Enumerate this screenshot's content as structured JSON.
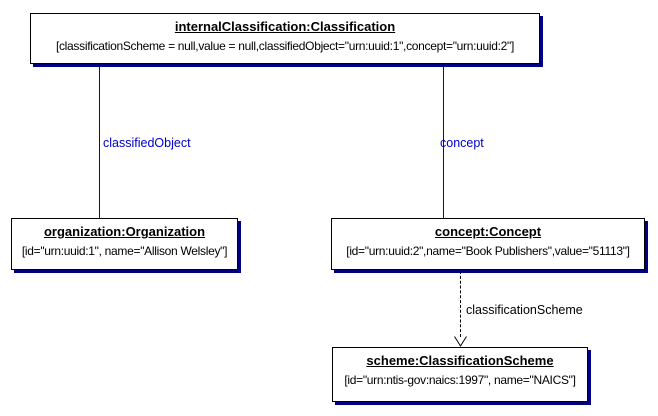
{
  "diagram": {
    "type": "uml-object-diagram",
    "colors": {
      "edge_solid": "#0000cc",
      "edge_label_blue": "#0000cc",
      "edge_dashed": "#000000",
      "node_border": "#000000",
      "node_shadow": "#000080",
      "background": "#ffffff",
      "text": "#000000"
    },
    "nodes": {
      "classification": {
        "title": "internalClassification:Classification",
        "body": "[classificationScheme = null,value = null,classifiedObject=\"urn:uuid:1\",concept=\"urn:uuid:2\"]"
      },
      "organization": {
        "title": "organization:Organization",
        "body": "[id=\"urn:uuid:1\", name=\"Allison Welsley\"]"
      },
      "concept": {
        "title": "concept:Concept",
        "body": "[id=\"urn:uuid:2\",name=\"Book Publishers\",value=\"51113\"]"
      },
      "scheme": {
        "title": "scheme:ClassificationScheme",
        "body": "[id=\"urn:ntis-gov:naics:1997\", name=\"NAICS\"]"
      }
    },
    "edges": {
      "classified_object": {
        "label": "classifiedObject",
        "from": "classification",
        "to": "organization",
        "style": "solid"
      },
      "concept": {
        "label": "concept",
        "from": "classification",
        "to": "concept",
        "style": "solid"
      },
      "classification_scheme": {
        "label": "classificationScheme",
        "from": "concept",
        "to": "scheme",
        "style": "dashed-open-arrow"
      }
    }
  }
}
